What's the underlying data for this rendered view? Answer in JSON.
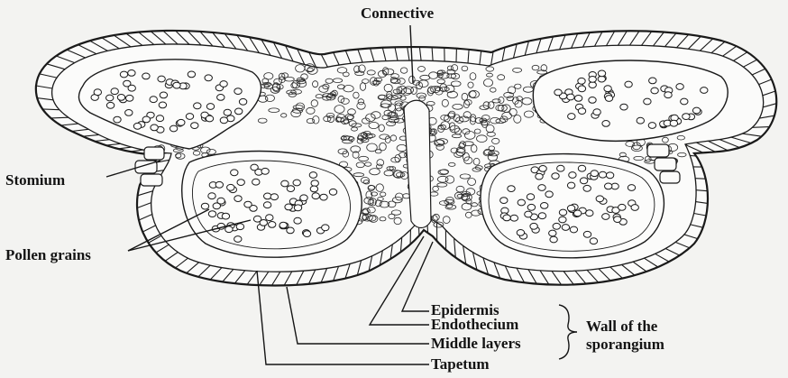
{
  "labels": {
    "connective": "Connective",
    "stomium": "Stomium",
    "pollen_grains": "Pollen grains",
    "epidermis": "Epidermis",
    "endothecium": "Endothecium",
    "middle_layers": "Middle layers",
    "tapetum": "Tapetum",
    "wall_line1": "Wall of the",
    "wall_line2": "sporangium"
  }
}
